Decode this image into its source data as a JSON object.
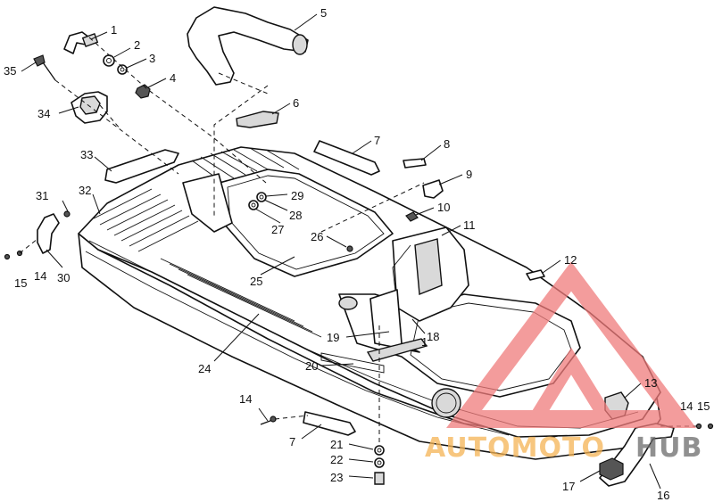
{
  "callouts": [
    {
      "id": "c1",
      "text": "1"
    },
    {
      "id": "c2",
      "text": "2"
    },
    {
      "id": "c3",
      "text": "3"
    },
    {
      "id": "c4",
      "text": "4"
    },
    {
      "id": "c5",
      "text": "5"
    },
    {
      "id": "c6",
      "text": "6"
    },
    {
      "id": "c7a",
      "text": "7"
    },
    {
      "id": "c8",
      "text": "8"
    },
    {
      "id": "c9",
      "text": "9"
    },
    {
      "id": "c10",
      "text": "10"
    },
    {
      "id": "c11",
      "text": "11"
    },
    {
      "id": "c12",
      "text": "12"
    },
    {
      "id": "c13",
      "text": "13"
    },
    {
      "id": "c14a",
      "text": "14"
    },
    {
      "id": "c15a",
      "text": "15"
    },
    {
      "id": "c16",
      "text": "16"
    },
    {
      "id": "c17",
      "text": "17"
    },
    {
      "id": "c18",
      "text": "18"
    },
    {
      "id": "c19",
      "text": "19"
    },
    {
      "id": "c1b",
      "text": "1"
    },
    {
      "id": "c20",
      "text": "20"
    },
    {
      "id": "c21",
      "text": "21"
    },
    {
      "id": "c22",
      "text": "22"
    },
    {
      "id": "c23",
      "text": "23"
    },
    {
      "id": "c24",
      "text": "24"
    },
    {
      "id": "c25",
      "text": "25"
    },
    {
      "id": "c26",
      "text": "26"
    },
    {
      "id": "c27",
      "text": "27"
    },
    {
      "id": "c28",
      "text": "28"
    },
    {
      "id": "c29",
      "text": "29"
    },
    {
      "id": "c30",
      "text": "30"
    },
    {
      "id": "c14b",
      "text": "14"
    },
    {
      "id": "c15b",
      "text": "15"
    },
    {
      "id": "c31",
      "text": "31"
    },
    {
      "id": "c32",
      "text": "32"
    },
    {
      "id": "c33",
      "text": "33"
    },
    {
      "id": "c34",
      "text": "34"
    },
    {
      "id": "c35",
      "text": "35"
    },
    {
      "id": "c14c",
      "text": "14"
    },
    {
      "id": "c7b",
      "text": "7"
    }
  ],
  "watermark": {
    "text_part1": "AUTOMOTO",
    "text_part2": "HUB",
    "color_primary": "#f07b7b",
    "color_secondary": "#f5b455",
    "color_tertiary": "#6b6b6b"
  }
}
